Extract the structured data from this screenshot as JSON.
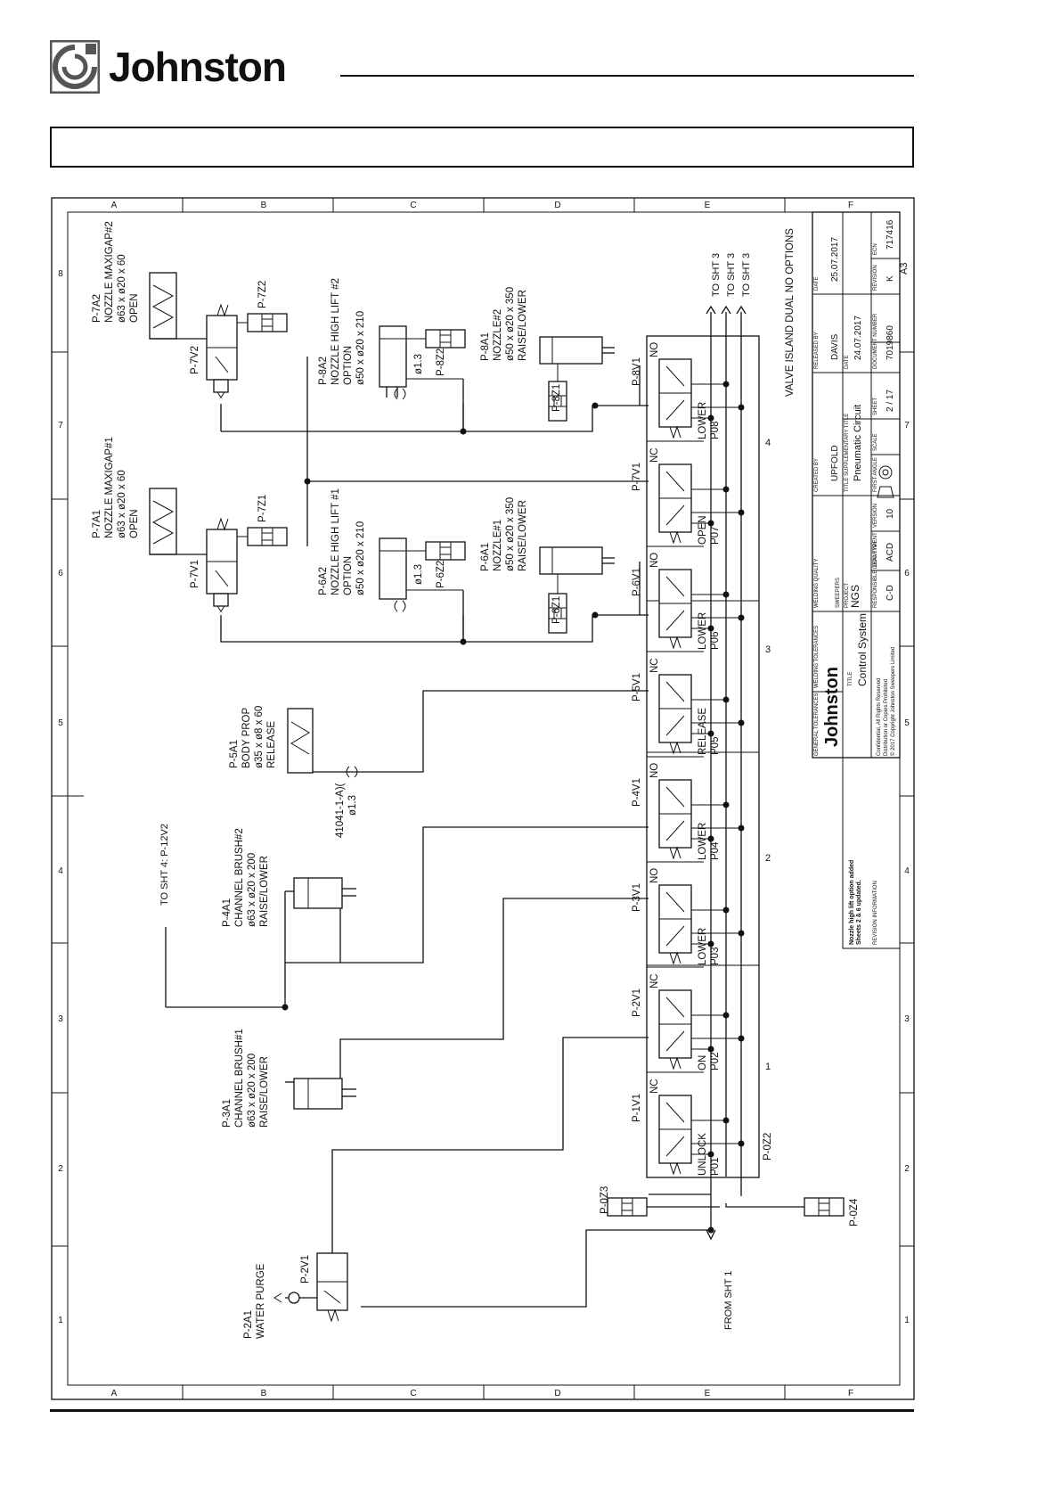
{
  "brand": {
    "name": "Johnston"
  },
  "grid": {
    "letters": [
      "A",
      "B",
      "C",
      "D",
      "E",
      "F"
    ],
    "numbers": [
      "8",
      "7",
      "6",
      "5",
      "4",
      "3",
      "2",
      "1"
    ]
  },
  "zones": [
    "4",
    "3",
    "2",
    "1"
  ],
  "valve_island": {
    "title": "VALVE ISLAND DUAL NO OPTIONS",
    "ref": "P-0Z2",
    "valves": [
      {
        "id": "P-1V1",
        "state": "NC",
        "function": "UNLOCK",
        "port": "P01"
      },
      {
        "id": "P-2V1",
        "state": "NC",
        "function": "ON",
        "port": "P02"
      },
      {
        "id": "P-3V1",
        "state": "NO",
        "function": "LOWER",
        "port": "P03"
      },
      {
        "id": "P-4V1",
        "state": "NO",
        "function": "LOWER",
        "port": "P04"
      },
      {
        "id": "P-5V1",
        "state": "NC",
        "function": "RELEASE",
        "port": "P05"
      },
      {
        "id": "P-6V1",
        "state": "NO",
        "function": "LOWER",
        "port": "P06"
      },
      {
        "id": "P-7V1",
        "state": "NC",
        "function": "OPEN",
        "port": "P07"
      },
      {
        "id": "P-8V1",
        "state": "NO",
        "function": "LOWER",
        "port": "P08"
      }
    ]
  },
  "to_sheets": [
    "TO SHT 3",
    "TO SHT 3",
    "TO SHT 3"
  ],
  "labels": {
    "from_sheet": "FROM SHT 1",
    "to_sheet4": "TO SHT 4: P-12V2",
    "orifice_note": "41041-1-A)(",
    "orifice_size": "ø1.3",
    "orifice_6": "ø1.3",
    "orifice_8": "ø1.3"
  },
  "components": {
    "p7a2": [
      "P-7A2",
      "NOZZLE MAXIGAP#2",
      "ø63 x ø20 x 60",
      "OPEN"
    ],
    "p7a1": [
      "P-7A1",
      "NOZZLE MAXIGAP#1",
      "ø63 x ø20 x 60",
      "OPEN"
    ],
    "p8a2": [
      "P-8A2",
      "NOZZLE HIGH LIFT #2",
      "OPTION",
      "ø50 x ø20 x 210"
    ],
    "p6a2": [
      "P-6A2",
      "NOZZLE HIGH LIFT #1",
      "OPTION",
      "ø50 x ø20 x 210"
    ],
    "p8a1": [
      "P-8A1",
      "NOZZLE#2",
      "ø50 x ø20 x 350",
      "RAISE/LOWER"
    ],
    "p6a1": [
      "P-6A1",
      "NOZZLE#1",
      "ø50 x ø20 x 350",
      "RAISE/LOWER"
    ],
    "p5a1": [
      "P-5A1",
      "BODY PROP",
      "ø35 x ø8 x 60",
      "RELEASE"
    ],
    "p4a1": [
      "P-4A1",
      "CHANNEL BRUSH#2",
      "ø63 x ø20 x 200",
      "RAISE/LOWER"
    ],
    "p3a1": [
      "P-3A1",
      "CHANNEL BRUSH#1",
      "ø63 x ø20 x 200",
      "RAISE/LOWER"
    ],
    "p2a1": [
      "P-2A1",
      "WATER PURGE"
    ]
  },
  "tags": {
    "p7v2": "P-7V2",
    "p7z2": "P-7Z2",
    "p7v1": "P-7V1",
    "p7z1": "P-7Z1",
    "p8z2": "P-8Z2",
    "p6z2": "P-6Z2",
    "p8z1": "P-8Z1",
    "p6z1": "P-6Z1",
    "p2v1": "P-2V1",
    "p0z3": "P-0Z3",
    "p0z4": "P-0Z4"
  },
  "title_block": {
    "general_tolerances": "GENERAL TOLERANCES",
    "welding_tolerances": "WELDING TOLERANCES",
    "welding_quality": "WELDING QUALITY",
    "sweepers": "SWEEPERS",
    "confidential": "Confidential, All Rights Reserved",
    "distribution": "Distribution or Copies Prohibited",
    "copyright": "© 2017 Copyright Johnston Sweepers Limited",
    "project_label": "PROJECT",
    "project": "NGS",
    "title_label": "TITLE",
    "title": "Control System",
    "supp_label": "TITLE SUPPLEMENTARY TITLE",
    "supp_title": "Pneumatic Circuit",
    "created_label": "CREATED BY",
    "created_by": "UPFOLD",
    "date_label": "DATE",
    "created_date": "24.07.2017",
    "released_label": "RELEASED BY",
    "released_by": "DAVIS",
    "date2_label": "DATE",
    "released_date": "25.07.2017",
    "dept_label": "RESPONSIBLE DEPARTMENT",
    "dept": "C-D",
    "doctype_label": "DOC TYPE",
    "doctype": "ACD",
    "version_label": "VERSION",
    "version": "10",
    "sheet_label": "SHEET",
    "sheet": "2 / 17",
    "docnum_label": "DOCUMENT NUMBER",
    "docnum": "7019860",
    "revision_label": "REVISION",
    "revision": "K",
    "ecn_label": "ECN",
    "ecn": "717416",
    "scale_label": "SCALE",
    "first_angle": "FIRST ANGLE",
    "size": "A3",
    "revision_info_label": "REVISION INFORMATION",
    "revision_note_1": "Nozzle high lift option added",
    "revision_note_2": "Sheets 2 & 6 updated."
  }
}
